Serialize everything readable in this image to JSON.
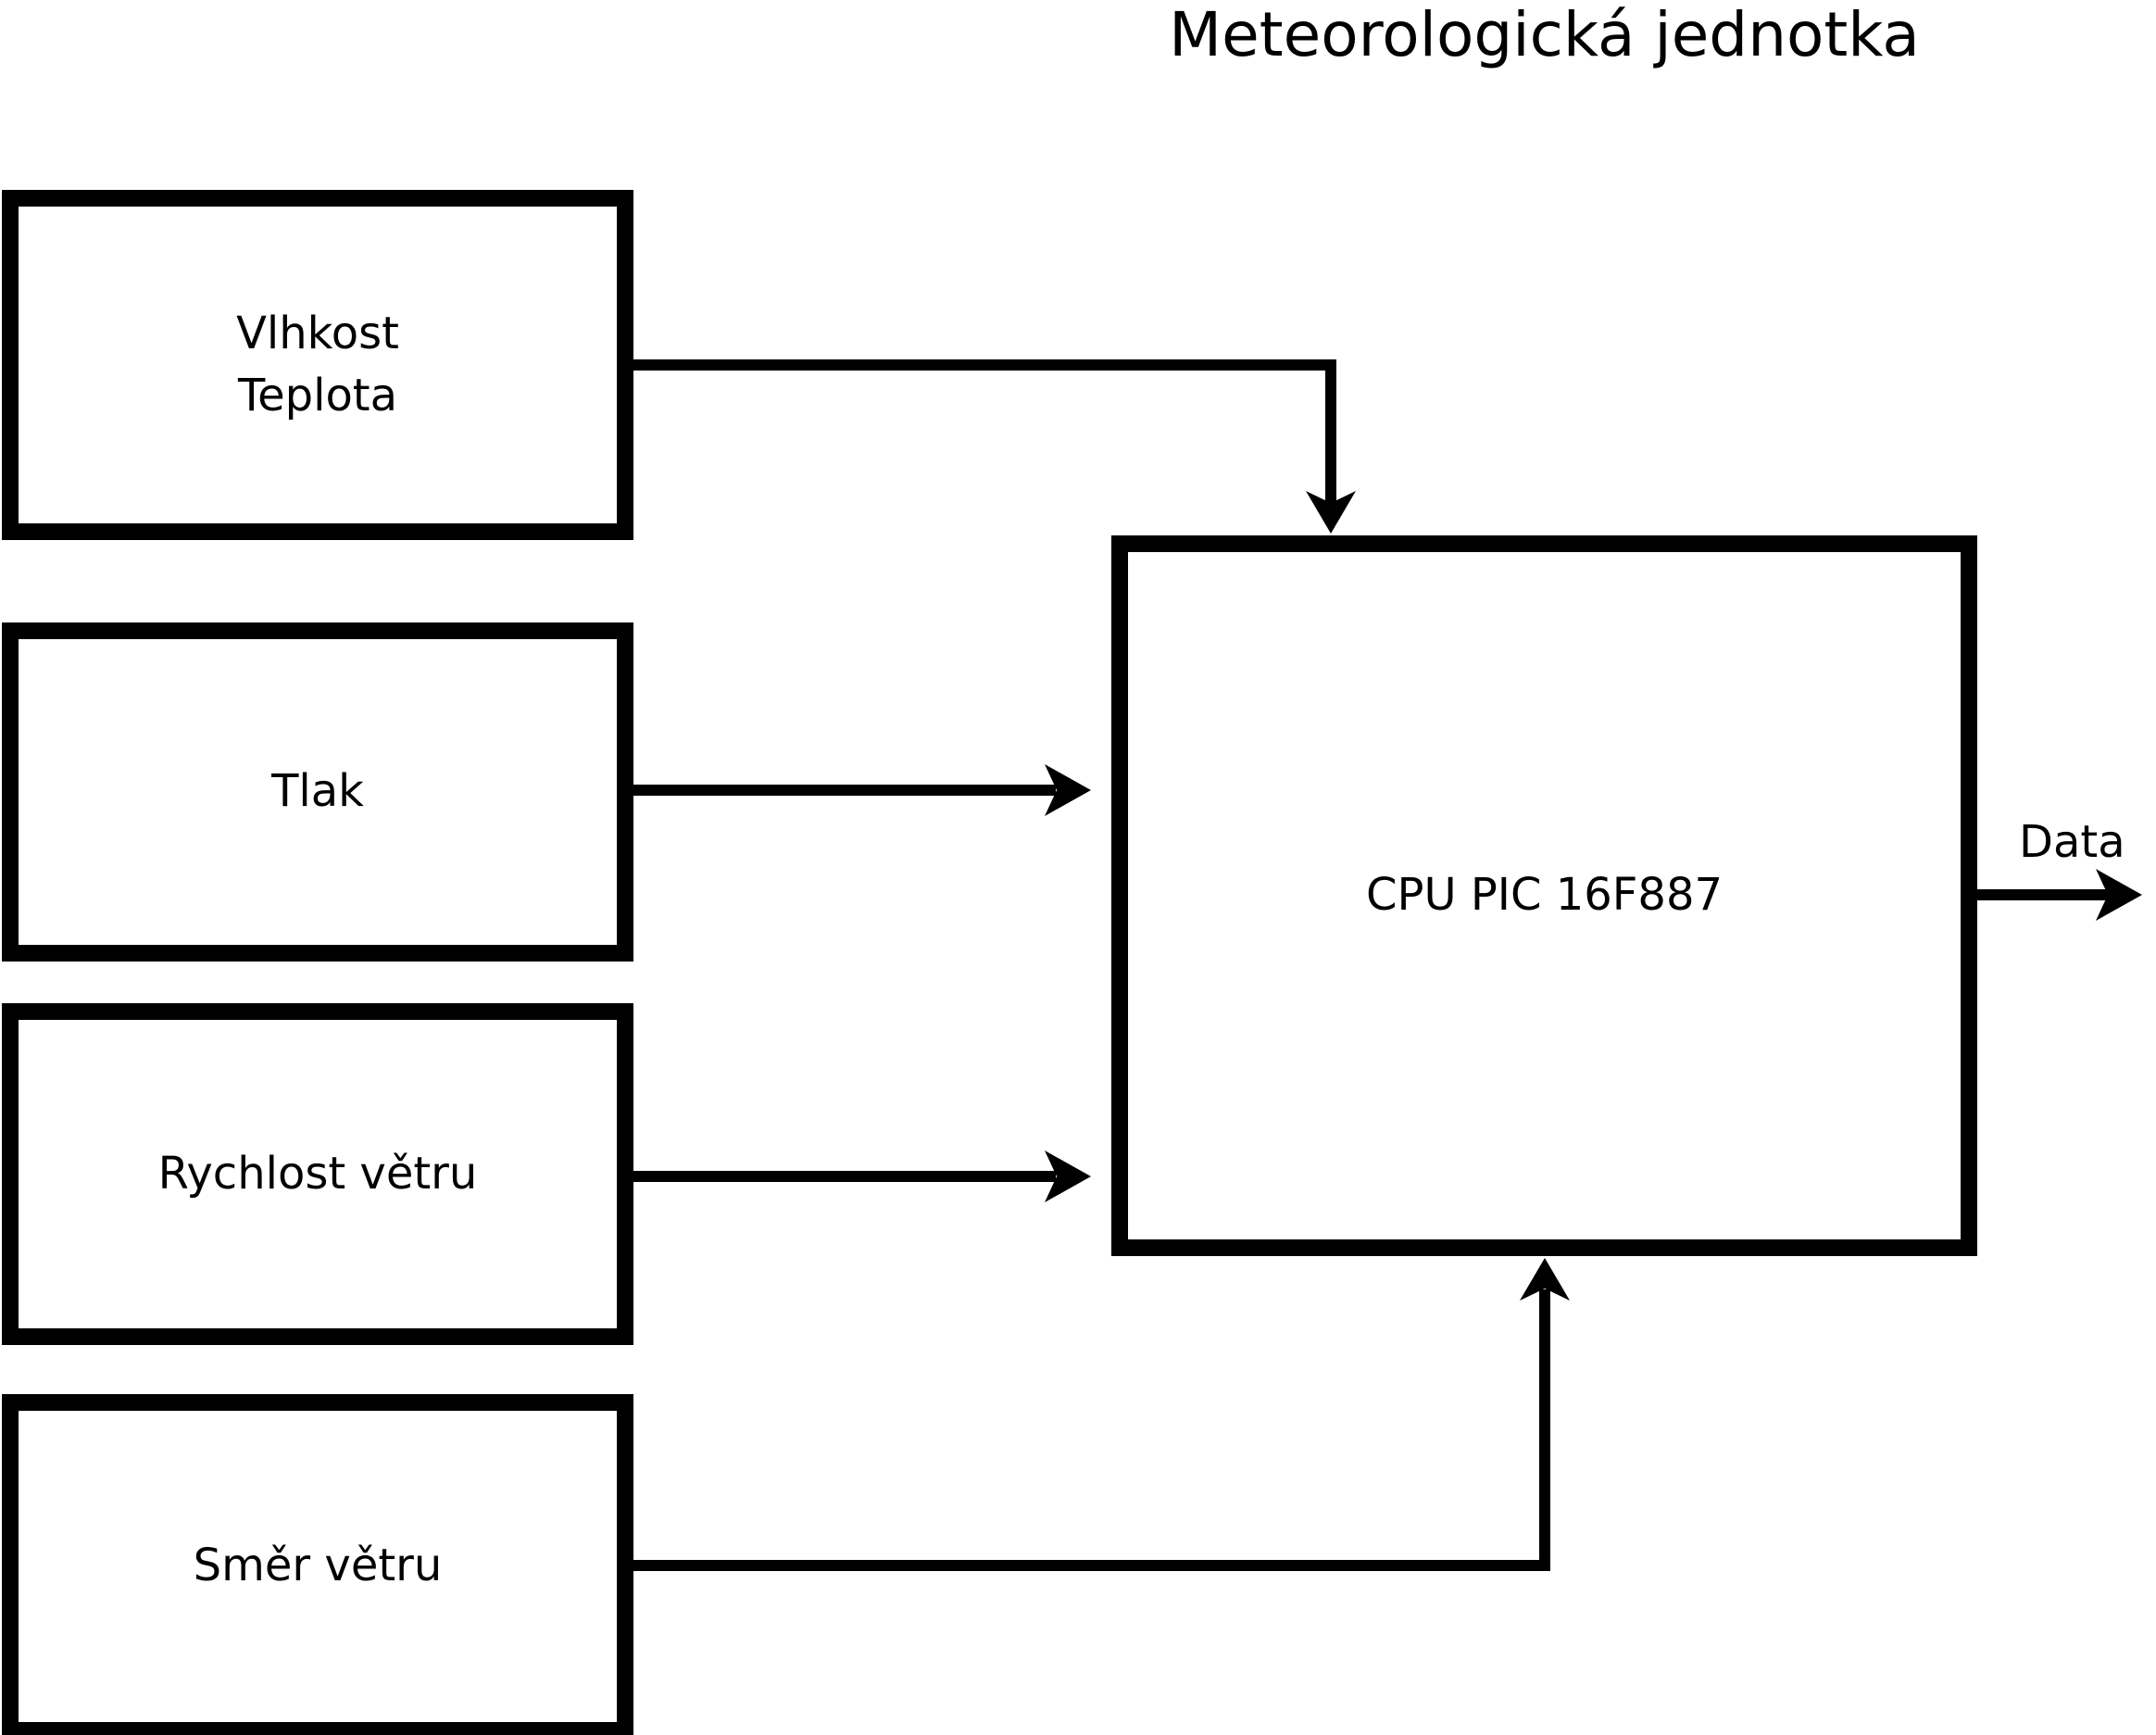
{
  "diagram": {
    "title": "Meteorologická jednotka",
    "sensors": [
      {
        "label": "Vlhkost\nTeplota"
      },
      {
        "label": "Tlak"
      },
      {
        "label": "Rychlost větru"
      },
      {
        "label": "Směr větru"
      }
    ],
    "cpu": {
      "label": "CPU PIC 16F887"
    },
    "output": {
      "label": "Data"
    },
    "colors": {
      "line": "#000000",
      "fill": "#ffffff"
    }
  }
}
